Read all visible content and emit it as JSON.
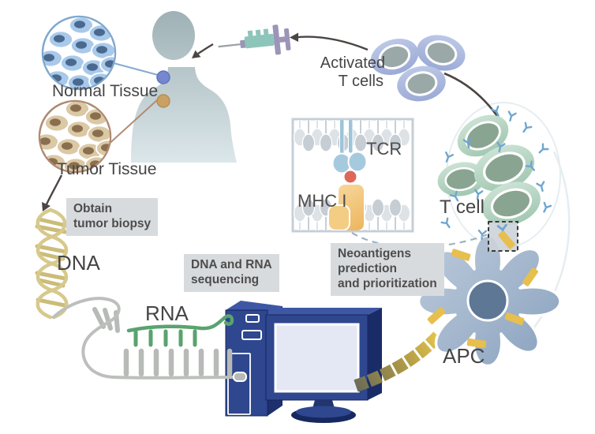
{
  "diagram": {
    "labels": {
      "normal_tissue": "Normal Tissue",
      "tumor_tissue": "Tumor Tissue",
      "dna": "DNA",
      "rna": "RNA",
      "apc": "APC",
      "t_cell": "T cell",
      "tcr": "TCR",
      "mhc_i": "MHC I",
      "activated_t_cells": [
        "Activated",
        "T cells"
      ]
    },
    "callouts": {
      "obtain_biopsy": [
        "Obtain",
        "tumor biopsy"
      ],
      "sequencing": [
        "DNA and RNA",
        "sequencing"
      ],
      "neoantigens": [
        "Neoantigens",
        "prediction",
        "and prioritization"
      ]
    },
    "colors": {
      "normal_cell": "#a9c9ea",
      "normal_nucleus": "#49698f",
      "tumor_cell": "#dbc8a5",
      "tumor_nucleus": "#8a6f4f",
      "body_silhouette": "#a5b6bb",
      "dna_strand": "#d7c98c",
      "template_strand": "#bcbfbc",
      "rna_strand": "#59a36f",
      "computer_navy": "#2e478f",
      "peptide_yellow": "#e7bf4e",
      "apc_body": "#a3b7cc",
      "apc_nucleus": "#5d7795",
      "t_cell_green": "#b0d1c0",
      "activated_blue": "#a8b6dc",
      "antibody_blue": "#6fa6d0",
      "tcr_blue": "#a6cadd",
      "mhc_orange": "#f0bد65",
      "mhc_yellow": "#f0bd65",
      "peptide_red": "#dc685a",
      "label_box_bg": "#d8dbde",
      "arrow": "#4b4643"
    }
  }
}
